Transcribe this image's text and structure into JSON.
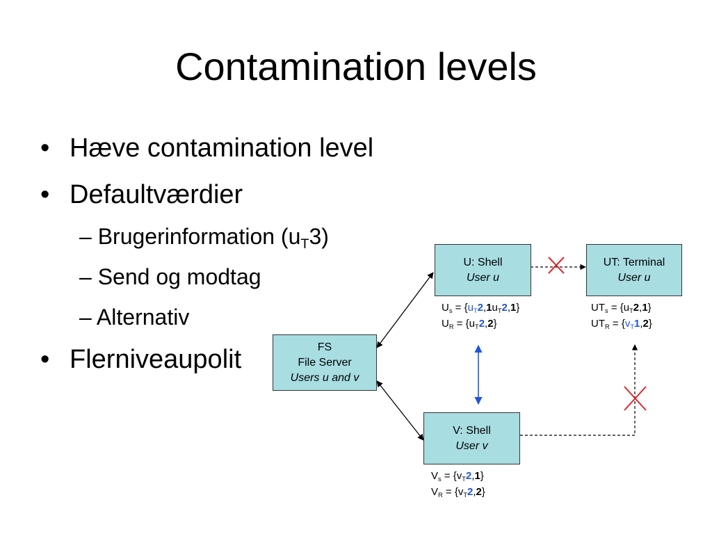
{
  "title": "Contamination levels",
  "bullets": [
    "Hæve contamination level",
    "Defaultværdier"
  ],
  "sub_bullets": {
    "brugerinfo_pre": "Brugerinformation (u",
    "brugerinfo_sub": "T",
    "brugerinfo_post": "3)",
    "send": "Send og modtag",
    "alternativ": "Alternativ"
  },
  "last_bullet": "Flerniveaupolit",
  "bullet_char": "•",
  "dash_char": "–",
  "nodes": {
    "fs": {
      "line1": "FS",
      "line2": "File Server",
      "line3": "Users u and v"
    },
    "u": {
      "line1": "U: Shell",
      "line2": "User u"
    },
    "ut": {
      "line1": "UT: Terminal",
      "line2": "User u"
    },
    "v": {
      "line1": "V: Shell",
      "line2": "User v"
    }
  },
  "labels": {
    "us": {
      "name": "U",
      "sub": "s",
      "eq": " = {",
      "var1": "u",
      "var1_sub": "T",
      "val1": "2",
      "comma": ",",
      "val1b": "1",
      "var2": "u",
      "var2_sub": "T",
      "val2": "2",
      "val2b": "1",
      "close": "}"
    },
    "ur": {
      "name": "U",
      "sub": "R",
      "eq": " = {",
      "var": "u",
      "var_sub": "T",
      "val": "2",
      "comma": ",",
      "valb": "2",
      "close": "}"
    },
    "uts": {
      "name": "UT",
      "sub": "s",
      "eq": " = {",
      "var": "u",
      "var_sub": "T",
      "val": "2",
      "comma": ",",
      "valb": "1",
      "close": "}"
    },
    "utr": {
      "name": "UT",
      "sub": "R",
      "eq": " = {",
      "var": "v",
      "var_sub": "T",
      "val": "1",
      "comma": ",",
      "valb": "2",
      "close": "}"
    },
    "vs": {
      "name": "V",
      "sub": "s",
      "eq": " = {",
      "var": "v",
      "var_sub": "T",
      "val": "2",
      "comma": ",",
      "valb": "1",
      "close": "}"
    },
    "vr": {
      "name": "V",
      "sub": "R",
      "eq": " = {",
      "var": "v",
      "var_sub": "T",
      "val": "2",
      "comma": ",",
      "valb": "2",
      "close": "}"
    }
  },
  "colors": {
    "box_fill": "#a8dde2",
    "highlight_blue": "#1f56d8",
    "blocked_x": "#e0242a"
  }
}
